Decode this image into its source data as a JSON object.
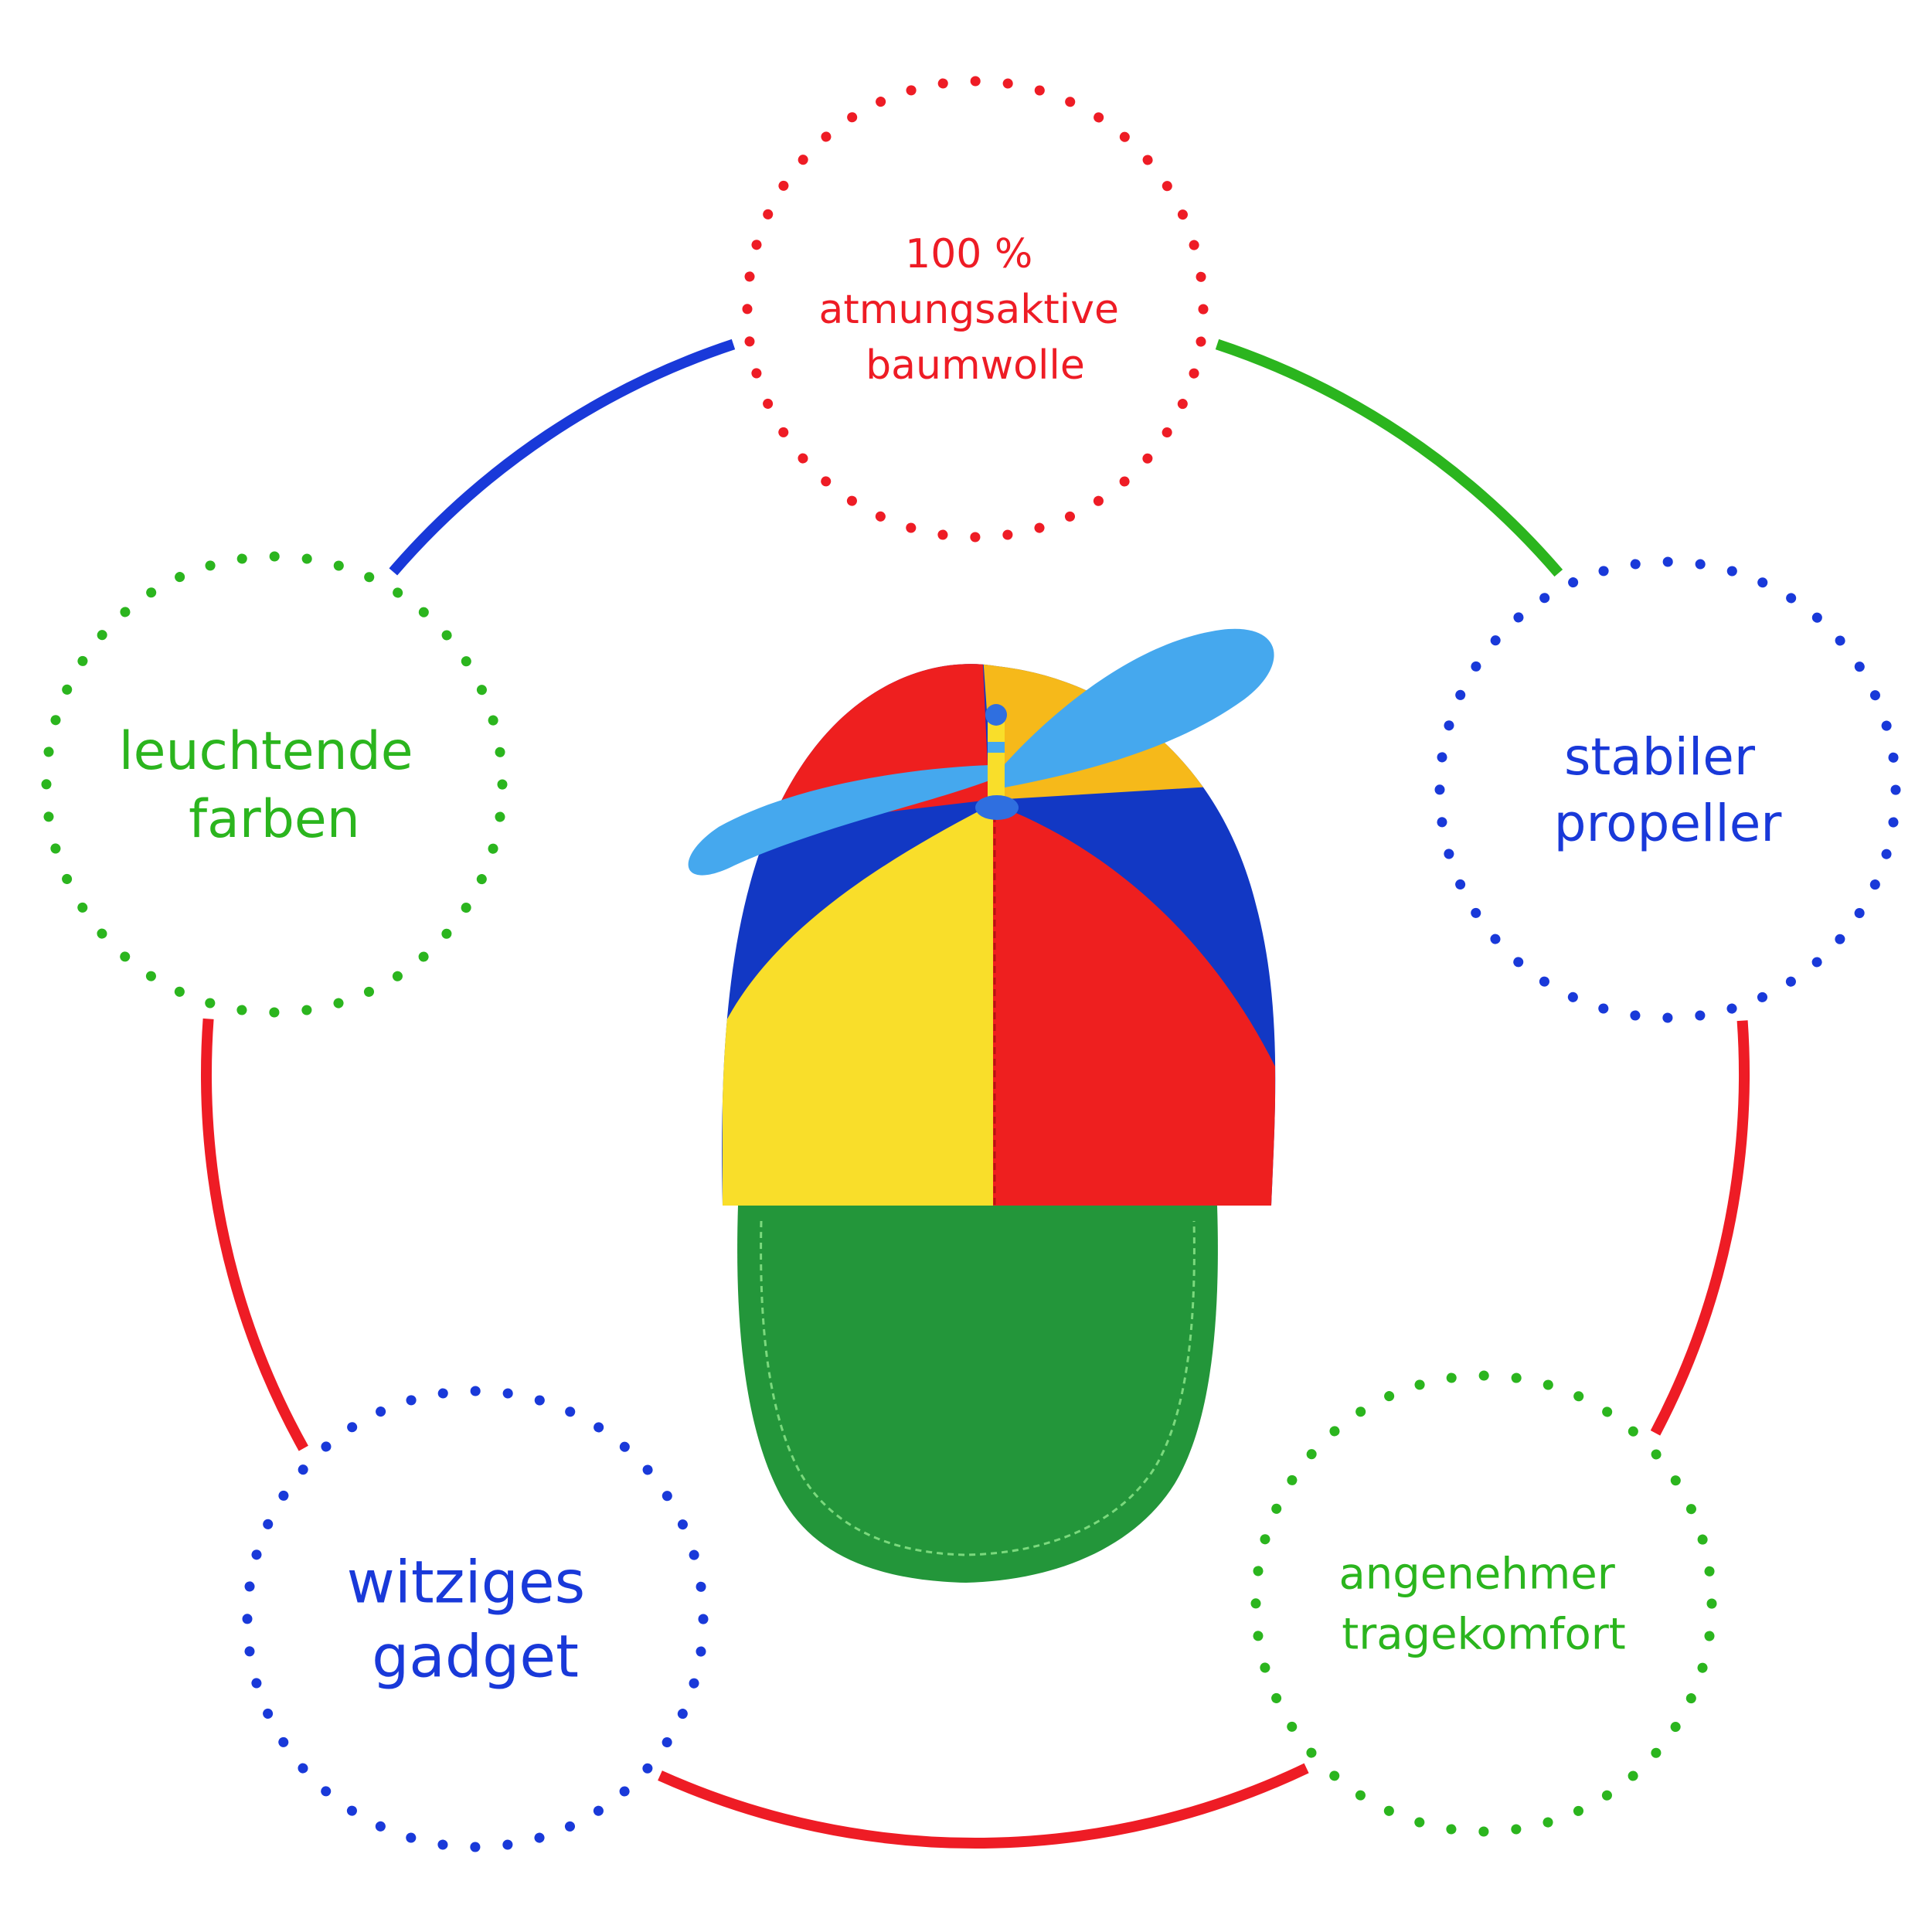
{
  "colors": {
    "red": "#ee1c25",
    "green": "#2bb51e",
    "blue": "#1939d9",
    "cap_red": "#ee1f1f",
    "cap_yellow": "#f9de2a",
    "cap_orange_yellow": "#f6b91a",
    "cap_blue": "#1238c4",
    "cap_green": "#23963a",
    "propeller": "#45a8ee"
  },
  "features": [
    {
      "id": "cotton",
      "lines": [
        "100 %",
        "atmungsaktive",
        "baumwolle"
      ],
      "color": "red"
    },
    {
      "id": "propeller",
      "lines": [
        "stabiler",
        "propeller"
      ],
      "color": "blue"
    },
    {
      "id": "comfort",
      "lines": [
        "angenehmer",
        "tragekomfort"
      ],
      "color": "green"
    },
    {
      "id": "gadget",
      "lines": [
        "witziges",
        "gadget"
      ],
      "color": "blue"
    },
    {
      "id": "colors",
      "lines": [
        "leuchtende",
        "farben"
      ],
      "color": "green"
    }
  ],
  "connectors": [
    {
      "from": "cotton",
      "to": "propeller",
      "color": "green"
    },
    {
      "from": "propeller",
      "to": "comfort",
      "color": "red"
    },
    {
      "from": "comfort",
      "to": "gadget",
      "color": "red"
    },
    {
      "from": "gadget",
      "to": "colors",
      "color": "red"
    },
    {
      "from": "colors",
      "to": "cotton",
      "color": "blue"
    }
  ],
  "center_image": {
    "name": "propeller-cap-image"
  }
}
